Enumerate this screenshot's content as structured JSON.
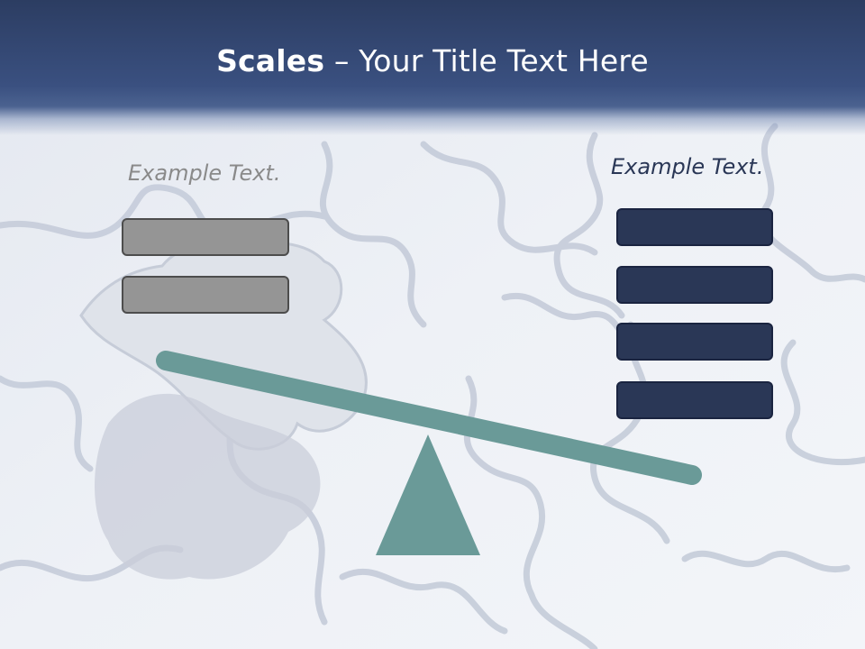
{
  "title": {
    "bold_part": "Scales",
    "rest": " – Your Title Text Here"
  },
  "left": {
    "label": "Example Text.",
    "box_count": 2
  },
  "right": {
    "label": "Example Text.",
    "box_count": 4
  },
  "colors": {
    "title_bar": "#2c3d62",
    "beam": "#6a9a98",
    "left_box": "#959595",
    "right_box": "#2a3756",
    "left_label": "#8a8a8a",
    "right_label": "#2a3756"
  }
}
